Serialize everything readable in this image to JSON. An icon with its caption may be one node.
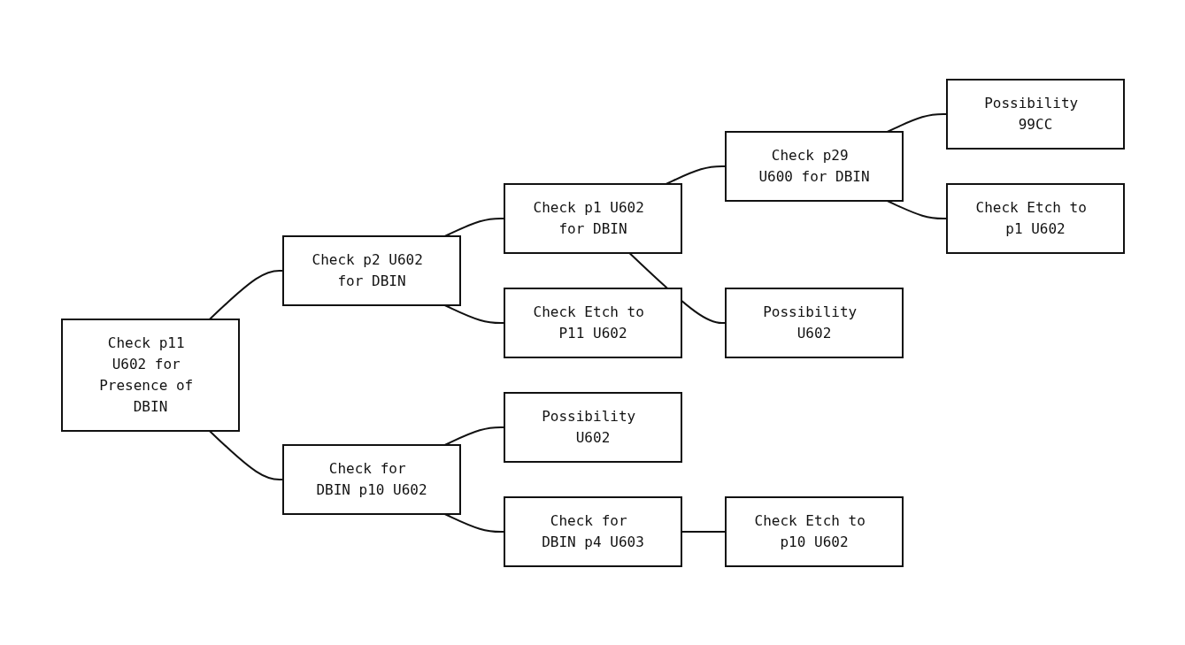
{
  "diagram": {
    "nodes": [
      {
        "text": [
          "Check p11 U602 for Presence of DBIN"
        ]
      },
      {
        "text": [
          "Check p2 U602 for DBIN"
        ]
      },
      {
        "text": [
          "Check p1 U602 for DBIN"
        ]
      },
      {
        "text": [
          "Check p29 U600 for DBIN"
        ]
      },
      {
        "text": [
          "Possibility 99CC"
        ]
      },
      {
        "text": [
          "Check Etch to P11 U602"
        ]
      },
      {
        "text": [
          "Possibility U602"
        ]
      },
      {
        "text": [
          "Check Etch to p1 U602"
        ]
      },
      {
        "text": [
          "Check for DBIN p10 U602"
        ]
      },
      {
        "text": [
          "Possibility U602"
        ]
      },
      {
        "text": [
          "Check for DBIN p4 U603"
        ]
      },
      {
        "text": [
          "Check Etch to p10 U602"
        ]
      }
    ],
    "edges": [
      {
        "from": 0,
        "to": 1,
        "arrow": "none"
      },
      {
        "from": 1,
        "to": 2,
        "arrow": "none"
      },
      {
        "from": 2,
        "to": 3,
        "arrow": "none"
      },
      {
        "from": 3,
        "to": 4,
        "arrow": "none"
      },
      {
        "from": 1,
        "to": 5,
        "arrow": "none"
      },
      {
        "from": 2,
        "to": 6,
        "arrow": "none"
      },
      {
        "from": 3,
        "to": 7,
        "arrow": "none"
      },
      {
        "from": 0,
        "to": 8,
        "arrow": "none"
      },
      {
        "from": 8,
        "to": 9,
        "arrow": "none"
      },
      {
        "from": 8,
        "to": 10,
        "arrow": "none"
      },
      {
        "from": 10,
        "to": 11,
        "arrow": "none"
      }
    ]
  }
}
